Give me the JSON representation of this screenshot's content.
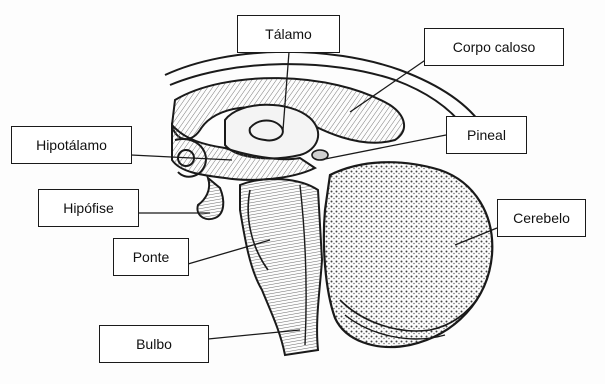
{
  "labels": {
    "talamo": "Tálamo",
    "corpo_caloso": "Corpo caloso",
    "hipotalamo": "Hipotálamo",
    "pineal": "Pineal",
    "hipofise": "Hipófise",
    "cerebelo": "Cerebelo",
    "ponte": "Ponte",
    "bulbo": "Bulbo"
  },
  "colors": {
    "ink": "#1a1a1a",
    "shade": "#6f6f6f",
    "light_shade": "#cfcfcf",
    "background": "#fdfdfd"
  }
}
